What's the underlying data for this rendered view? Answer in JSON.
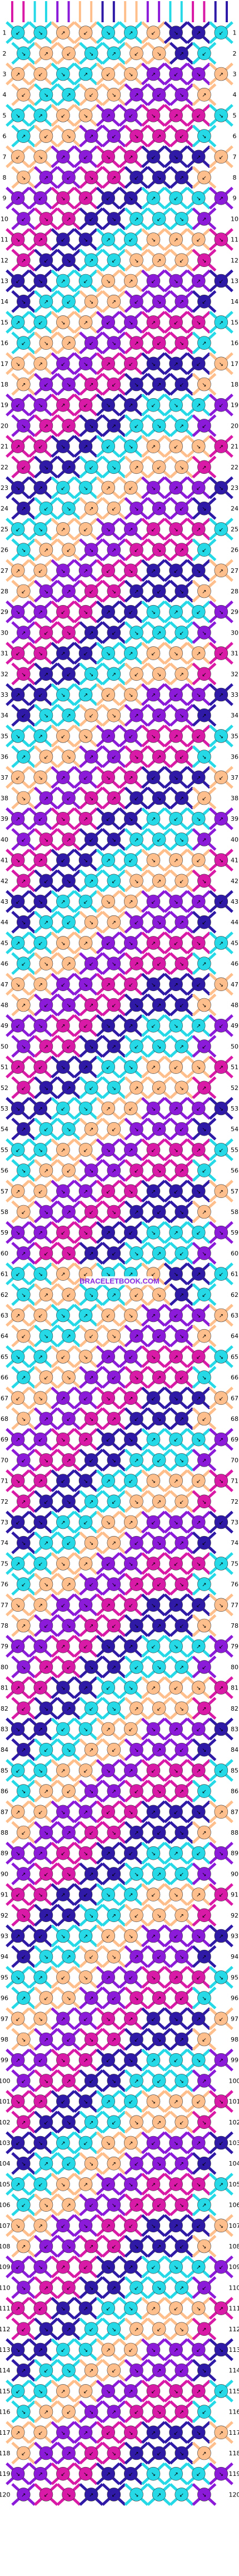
{
  "watermark": "BRACELETBOOK.COM",
  "palette": {
    "A": "#26d9e6",
    "B": "#ffbf8c",
    "C": "#8c1ad9",
    "D": "#d91aa6",
    "E": "#2e1aa6",
    "bg_line": "#c8c8c8"
  },
  "strings_top": [
    "D",
    "D",
    "A",
    "A",
    "C",
    "C",
    "B",
    "B",
    "E",
    "E",
    "B",
    "B",
    "C",
    "C",
    "A",
    "A",
    "D",
    "D",
    "E",
    "E"
  ],
  "rows_count": 120,
  "knots": [
    "AABBAAB EE",
    "ABBAABB E",
    "BBAABBC CC",
    "BAABBCC C",
    "AABBCCD DD",
    "ABBCCDD D",
    "BBCCDDE EE",
    "BCCDDEE E",
    "CCDDEEA AA",
    "CDDEEAA A",
    "DDEEAAB BB",
    "DEEAABB B",
    "EEAABBC CC",
    "EAABBCC C",
    "AABBCCD DD",
    "ABBCCDD D",
    "BBCCDDE EE",
    "BCCDDEE E",
    "CCDDEEA AA",
    "CDDEEAA A",
    "DDEEAAB BB",
    "DEEAABB B",
    "EEAABBC CC",
    "EAABBCC C",
    "AABBCCD DD",
    "ABBCCDD D",
    "BBCCDDE EE",
    "BCCDDEE E",
    "CCDDEEA AA",
    "CDDEEAA A",
    "DDEEAAB BB",
    "DEEAABB B",
    "EEAABBC CC",
    "EAABBCC C",
    "AABBCCD DD",
    "ABBCCDD D",
    "BBCCDDE EE",
    "BCCDDEE E",
    "CCDDEEA AA",
    "CDDEEAA A",
    "DDEEAAB BB",
    "DEEAABB B",
    "EEAABBC CC",
    "EAABBCC C",
    "AABBCCD DD",
    "ABBCCDD D",
    "BBCCDDE EE",
    "BCCDDEE E",
    "CCDDEEA AA",
    "CDDEEAA A",
    "DDEEAAB BB",
    "DEEAABB B",
    "EEAABBC CC",
    "EAABBCC C",
    "AABBCCD DD",
    "ABBCCDD D",
    "BBCCDDE EE",
    "BCCDDEE E",
    "CCDDEEA AA",
    "CDDEEAA A"
  ]
}
